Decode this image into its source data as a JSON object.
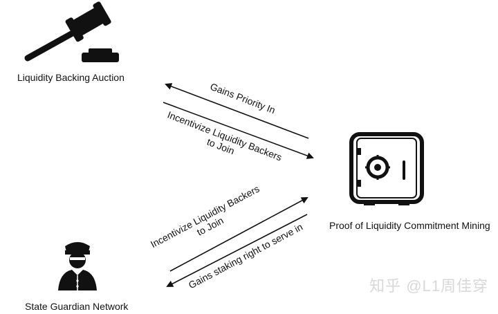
{
  "nodes": {
    "auction": {
      "label": "Liquidity Backing Auction",
      "icon": "gavel-icon"
    },
    "mining": {
      "label": "Proof of Liquidity Commitment Mining",
      "icon": "safe-icon"
    },
    "guardian": {
      "label": "State Guardian Network",
      "icon": "guard-icon"
    }
  },
  "edges": {
    "mining_to_auction": {
      "label": "Gains Priority In"
    },
    "auction_to_mining": {
      "line1": "Incentivize Liquidity Backers",
      "line2": "to Join"
    },
    "guardian_to_mining": {
      "line1": "Incentivize Liquidity Backers",
      "line2": "to Join"
    },
    "mining_to_guardian": {
      "label": "Gains staking right to serve in"
    }
  },
  "watermark": "知乎 @L1周佳穿",
  "colors": {
    "ink": "#111111",
    "watermark": "#d8d8d8"
  }
}
